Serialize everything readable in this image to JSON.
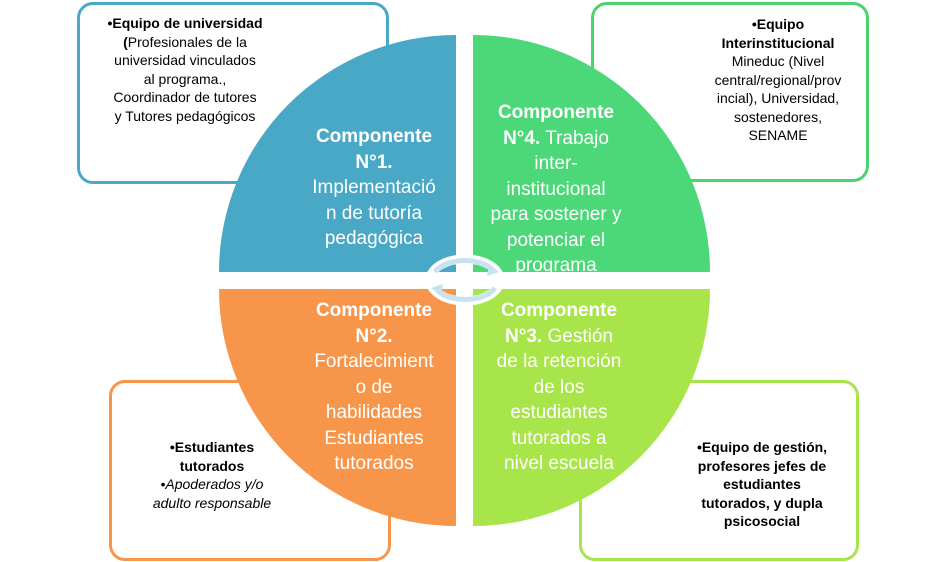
{
  "boxes": {
    "top_left": {
      "lines": [
        "•Equipo  de universidad",
        "(Profesionales de la",
        "universidad vinculados",
        "al programa.,",
        "Coordinador de tutores",
        "y Tutores pedagógicos"
      ]
    },
    "top_right": {
      "lines": [
        "•Equipo",
        "Interinstitucional",
        "Mineduc (Nivel",
        "central/regional/prov",
        "incial), Universidad,",
        "sostenedores,",
        "SENAME"
      ]
    },
    "bottom_left": {
      "lines": [
        "•Estudiantes",
        "tutorados",
        "•Apoderados y/o",
        "adulto responsable"
      ]
    },
    "bottom_right": {
      "lines": [
        "•Equipo de gestión,",
        "profesores jefes de",
        "estudiantes",
        "tutorados, y dupla",
        "psicosocial"
      ]
    }
  },
  "quadrants": {
    "q1": {
      "lines": [
        "Componente",
        "N°1.",
        "Implementació",
        "n de tutoría",
        "pedagógica"
      ]
    },
    "q2": {
      "lines": [
        "Componente",
        "N°4.",
        "Trabajo",
        "inter-",
        "institucional",
        "para sostener y",
        "potenciar  el",
        "programa"
      ]
    },
    "q3": {
      "lines": [
        "Componente",
        "N°2.",
        "Fortalecimient",
        "o de",
        "habilidades",
        "Estudiantes",
        "tutorados"
      ]
    },
    "q4": {
      "lines": [
        "Componente",
        "N°3.",
        "Gestión",
        "de la retención",
        "de los",
        "estudiantes",
        "tutorados a",
        "nivel escuela"
      ]
    }
  },
  "colors": {
    "blue": "#4aa8c7",
    "green": "#4cd878",
    "orange": "#f7964a",
    "lime": "#a7e54a"
  },
  "icons": [
    "cycle-arrows-icon"
  ]
}
